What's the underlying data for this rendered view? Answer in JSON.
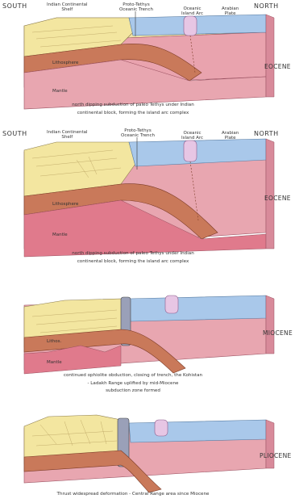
{
  "panels": [
    {
      "south": "SOUTH",
      "north": "NORTH",
      "shelf": "Indian Continental\nShelf",
      "trench": "Proto-Tethys\nOceanic Trench",
      "arc": "Oceanic\nIsland Arc",
      "plate": "Arabian\nPlate",
      "lithosphere": "Lithosphere",
      "mantle": "Mantle",
      "era": "EOCENE",
      "caption": [
        "north dipping subduction of paleo Tethys under Indian",
        "continental block, forming the island arc complex"
      ]
    },
    {
      "south": "SOUTH",
      "north": "NORTH",
      "shelf": "Indian Continental\nShelf",
      "trench": "Proto-Tethys\nOceanic Trench",
      "arc": "Oceanic\nIsland Arc",
      "plate": "Arabian\nPlate",
      "lithosphere": "Lithosphere",
      "mantle": "Mantle",
      "era": "EOCENE",
      "caption": [
        "north dipping subduction of paleo Tethys under Indian",
        "continental block, forming the island arc complex"
      ]
    },
    {
      "lithosphere": "Lithos.",
      "mantle": "Mantle",
      "era": "MIOCENE",
      "caption": [
        "continued ophiolite obduction, closing of trench, the Kohistan",
        "- Ladakh Range uplifted by mid-Miocene",
        "subduction zone formed"
      ]
    },
    {
      "era": "PLIOCENE",
      "caption": [
        "Thrust widespread deformation - Central Range area since Miocene"
      ]
    }
  ],
  "colors": {
    "shelf": "#f3e6a0",
    "ocean": "#a9c8ea",
    "lithosphere": "#c9795a",
    "mantle": "#e8a6b0",
    "arc": "#e7c6e4"
  }
}
